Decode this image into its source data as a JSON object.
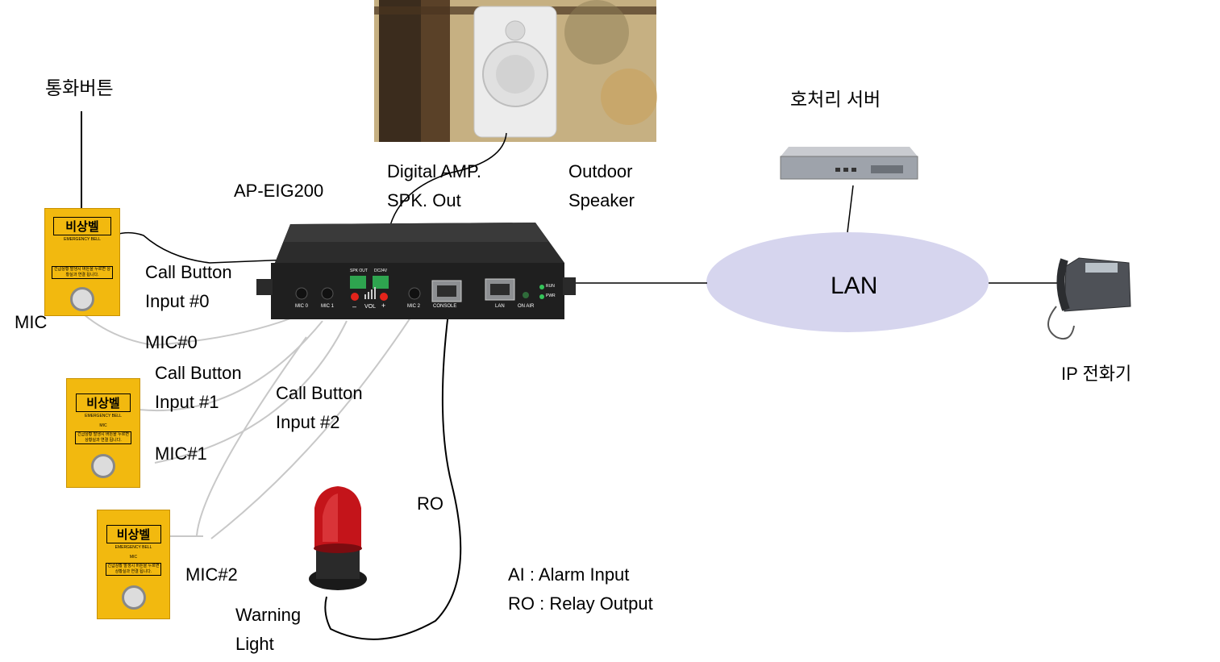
{
  "labels": {
    "call_button_ko": "통화버튼",
    "device_name": "AP-EIG200",
    "digital_amp_line1": "Digital AMP.",
    "digital_amp_line2": "SPK. Out",
    "outdoor_line1": "Outdoor",
    "outdoor_line2": "Speaker",
    "server": "호처리 서버",
    "lan": "LAN",
    "ip_phone": "IP 전화기",
    "call_btn0_line1": "Call Button",
    "call_btn0_line2": "Input #0",
    "mic": "MIC",
    "mic0": "MIC#0",
    "call_btn1_line1": "Call Button",
    "call_btn1_line2": "Input #1",
    "mic1": "MIC#1",
    "call_btn2_line1": "Call Button",
    "call_btn2_line2": "Input #2",
    "mic2": "MIC#2",
    "ro": "RO",
    "legend_ai": "AI : Alarm Input",
    "legend_ro": "RO : Relay Output",
    "warning_line1": "Warning",
    "warning_line2": "Light"
  },
  "bell_box": {
    "title": "비상벨",
    "subtitle": "EMERGENCY BELL",
    "mic_text": "MIC",
    "notice": "긴급상황 발생시 버튼을 누르면 상황실과 연결 됩니다."
  },
  "device_ports": {
    "spk_out": "SPK OUT",
    "dc24v": "DC24V",
    "mic0": "MIC 0",
    "mic1": "MIC 1",
    "mic2": "MIC 2",
    "vol": "VOL",
    "minus": "–",
    "plus": "+",
    "console": "CONSOLE",
    "lan": "LAN",
    "on_air": "ON AIR",
    "run": "RUN",
    "pwr": "PWR"
  },
  "colors": {
    "bell_yellow": "#f2b90f",
    "lan_cloud": "#d6d5ee",
    "device_body": "#1f1f1f",
    "warning_red": "#c4141a",
    "wire_gray": "#c8c8c8"
  }
}
